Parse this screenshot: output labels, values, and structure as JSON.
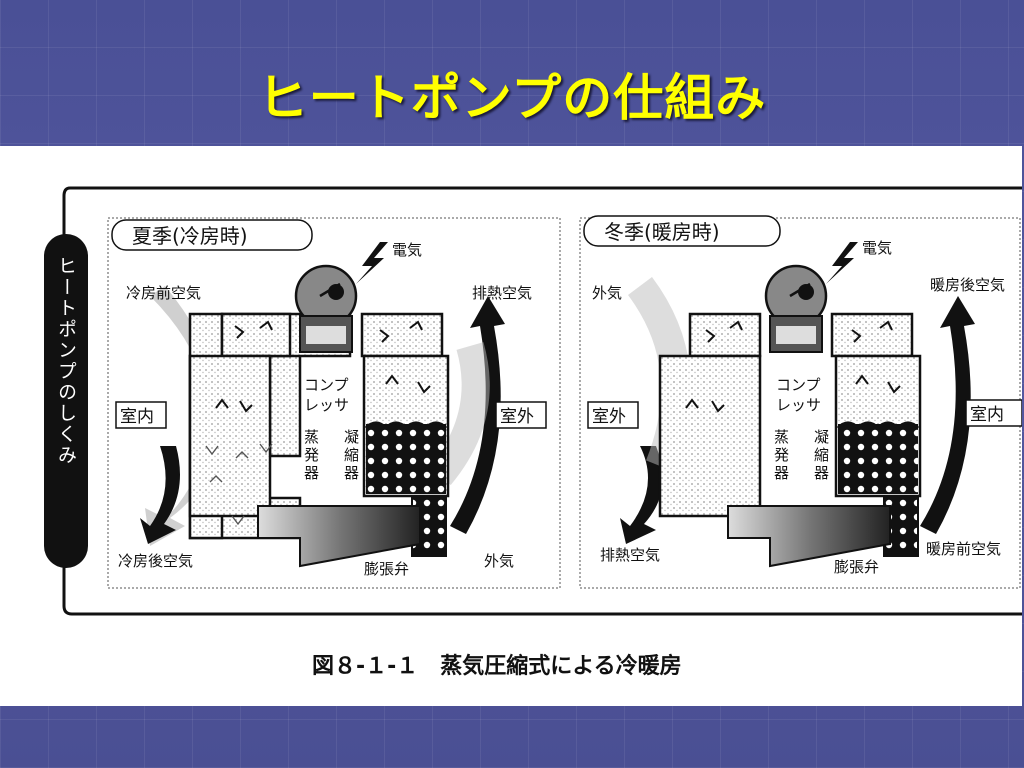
{
  "slide": {
    "title": "ヒートポンプの仕組み"
  },
  "figure": {
    "side_label": "ヒートポンプのしくみ",
    "caption": "図８-１-１　蒸気圧縮式による冷暖房",
    "summer": {
      "title": "夏季(冷房時)",
      "power": "電気",
      "intake_air": "冷房前空気",
      "exhaust_air": "排熱空気",
      "indoor": "室内",
      "outdoor": "室外",
      "compressor_1": "コンプ",
      "compressor_2": "レッサ",
      "evaporator": [
        "蒸",
        "発",
        "器"
      ],
      "condenser": [
        "凝",
        "縮",
        "器"
      ],
      "cooled_air": "冷房後空気",
      "valve": "膨張弁",
      "outside_air": "外気"
    },
    "winter": {
      "title": "冬季(暖房時)",
      "power": "電気",
      "outside_air": "外気",
      "heated_air": "暖房後空気",
      "outdoor": "室外",
      "indoor": "室内",
      "compressor_1": "コンプ",
      "compressor_2": "レッサ",
      "evaporator": [
        "蒸",
        "発",
        "器"
      ],
      "condenser": [
        "凝",
        "縮",
        "器"
      ],
      "exhaust_air": "排熱空気",
      "valve": "膨張弁",
      "intake_air": "暖房前空気"
    }
  },
  "colors": {
    "title": "#ffff00",
    "background": "#4a4f93"
  }
}
